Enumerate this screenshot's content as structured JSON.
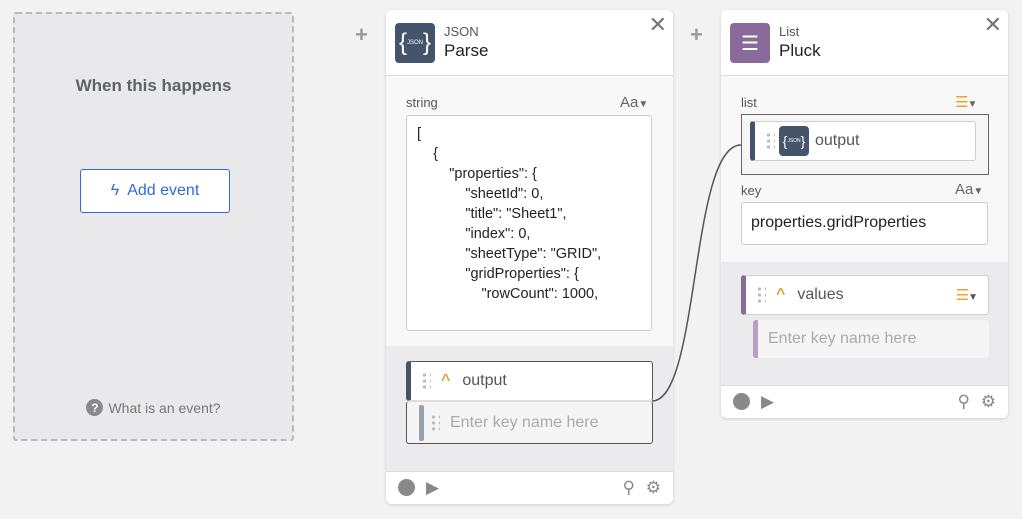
{
  "trigger": {
    "title": "When this happens",
    "add_event": "Add event",
    "help": "What is an event?"
  },
  "card1": {
    "category": "JSON",
    "action": "Parse",
    "icon": "json-icon",
    "color": "#44546a",
    "string_label": "string",
    "type_toggle": "Aa",
    "string_value": "[\n    {\n        \"properties\": {\n            \"sheetId\": 0,\n            \"title\": \"Sheet1\",\n            \"index\": 0,\n            \"sheetType\": \"GRID\",\n            \"gridProperties\": {\n                \"rowCount\": 1000,",
    "output_label": "output",
    "key_placeholder": "Enter key name here"
  },
  "card2": {
    "category": "List",
    "action": "Pluck",
    "icon": "list-icon",
    "color": "#8a6a9b",
    "list_label": "list",
    "list_value": "output",
    "key_label": "key",
    "type_toggle": "Aa",
    "key_value": "properties.gridProperties",
    "values_label": "values",
    "key_placeholder": "Enter key name here"
  }
}
